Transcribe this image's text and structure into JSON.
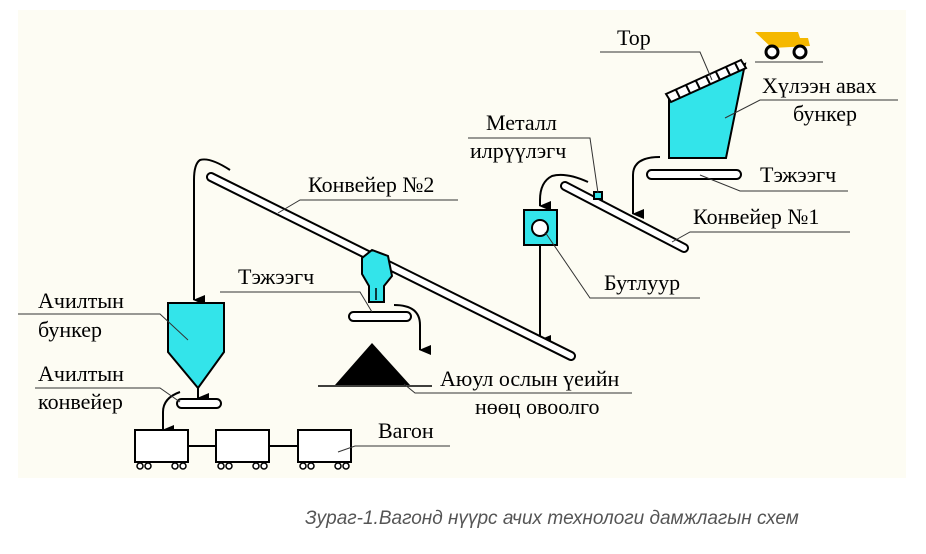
{
  "labels": {
    "screen": "Тор",
    "receiving_hopper": [
      "Хүлээн авах",
      "бункер"
    ],
    "metal_detector": [
      "Металл",
      "илрүүлэгч"
    ],
    "feeder_top": "Тэжээгч",
    "conveyor1": "Конвейер №1",
    "crusher": "Бутлуур",
    "conveyor2": "Конвейер №2",
    "feeder_mid": "Тэжээгч",
    "loading_hopper": [
      "Ачилтын",
      "бункер"
    ],
    "loading_conveyor": [
      "Ачилтын",
      "конвейер"
    ],
    "emergency_stockpile": [
      "Аюул ослын үеийн",
      "нөөц овоолго"
    ],
    "wagon": "Вагон"
  },
  "caption": "Зураг-1.Вагонд нүүрс ачих технологи дамжлагын схем",
  "colors": {
    "equipment": "#33e4ea",
    "truck": "#f5b800",
    "background": "#fdfcf3"
  }
}
